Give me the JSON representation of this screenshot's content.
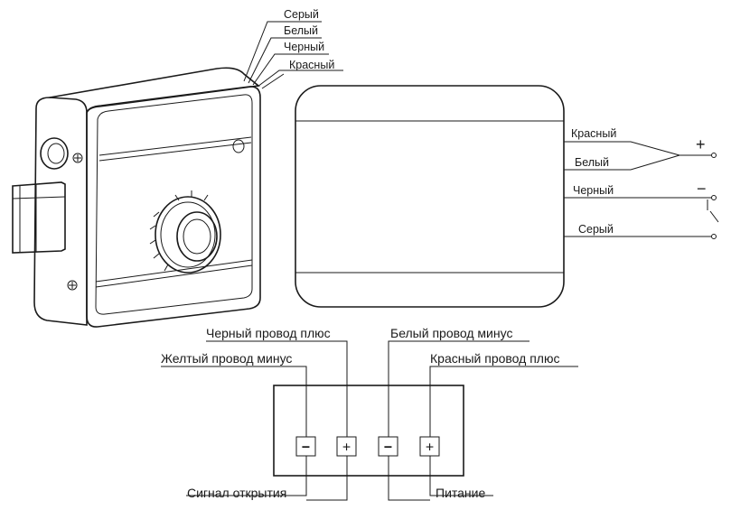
{
  "lock_wires": {
    "gray": "Серый",
    "white": "Белый",
    "black": "Черный",
    "red": "Красный"
  },
  "control_unit_wires": {
    "red": "Красный",
    "white": "Белый",
    "black": "Черный",
    "gray": "Серый",
    "plus_symbol": "+",
    "minus_symbol": "−"
  },
  "terminal_block": {
    "top_labels": {
      "black_plus": "Черный провод плюс",
      "white_minus": "Белый провод минус",
      "yellow_minus": "Желтый провод минус",
      "red_plus": "Красный провод плюс"
    },
    "terminals": [
      "−",
      "+",
      "−",
      "+"
    ],
    "bottom_labels": {
      "open_signal": "Сигнал открытия",
      "power": "Питание"
    }
  }
}
